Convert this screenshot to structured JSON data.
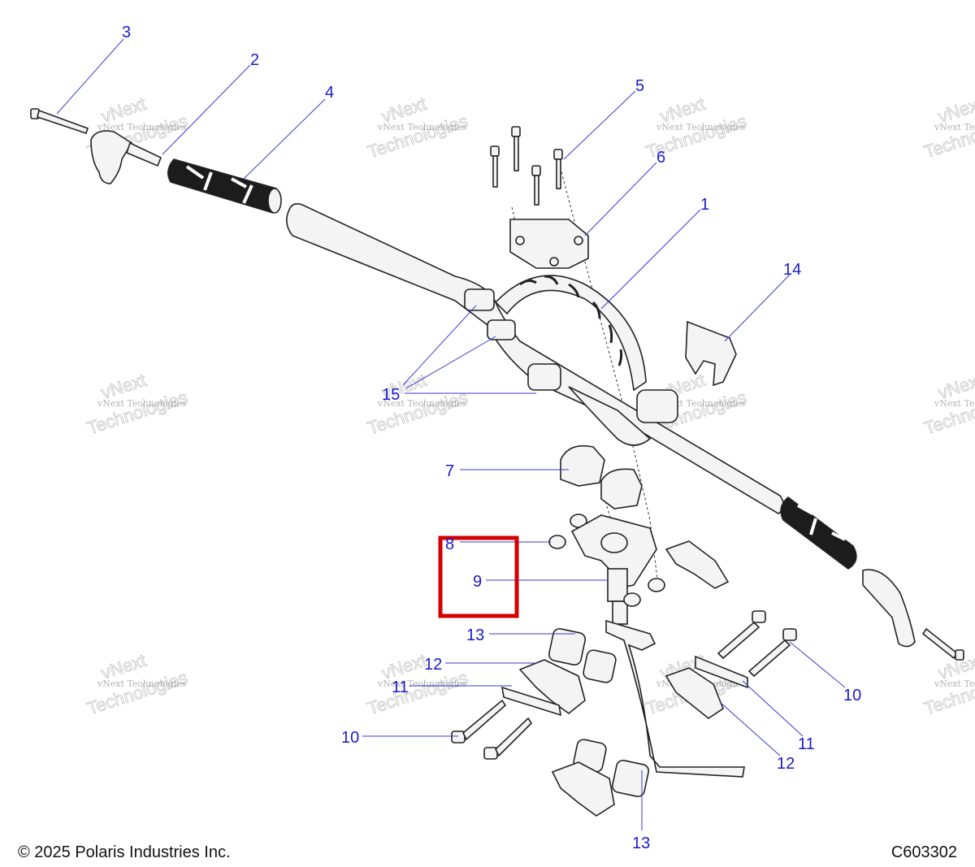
{
  "watermark": {
    "line1": "vNext Technologies",
    "line2": "vNext",
    "line3": "Technologies"
  },
  "callouts": [
    {
      "id": "1",
      "label": "1"
    },
    {
      "id": "2",
      "label": "2"
    },
    {
      "id": "3",
      "label": "3"
    },
    {
      "id": "4",
      "label": "4"
    },
    {
      "id": "5",
      "label": "5"
    },
    {
      "id": "6",
      "label": "6"
    },
    {
      "id": "7",
      "label": "7"
    },
    {
      "id": "8",
      "label": "8"
    },
    {
      "id": "9",
      "label": "9"
    },
    {
      "id": "10a",
      "label": "10"
    },
    {
      "id": "10b",
      "label": "10"
    },
    {
      "id": "11a",
      "label": "11"
    },
    {
      "id": "11b",
      "label": "11"
    },
    {
      "id": "12a",
      "label": "12"
    },
    {
      "id": "12b",
      "label": "12"
    },
    {
      "id": "13a",
      "label": "13"
    },
    {
      "id": "13b",
      "label": "13"
    },
    {
      "id": "14",
      "label": "14"
    },
    {
      "id": "15",
      "label": "15"
    }
  ],
  "highlight": {
    "color": "#d40000",
    "target": "9"
  },
  "colors": {
    "callout": "#1a1acc",
    "leader": "#3a3ad0"
  },
  "footer": {
    "copyright": "© 2025 Polaris Industries Inc.",
    "code": "C603302"
  }
}
